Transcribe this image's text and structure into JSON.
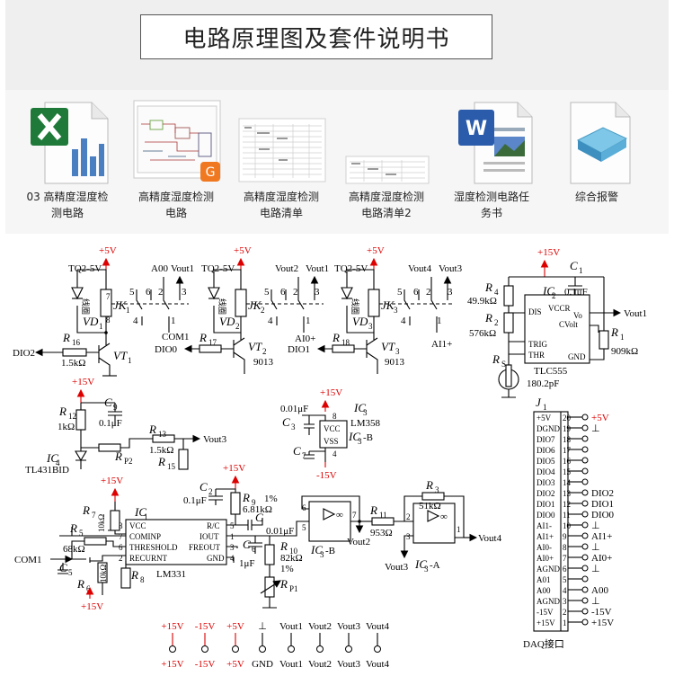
{
  "title": "电路原理图及套件说明书",
  "files": [
    {
      "label_lines": [
        "03 高精度湿度检",
        "测电路"
      ],
      "icon": "excel-icon"
    },
    {
      "label_lines": [
        "高精度湿度检测",
        "电路"
      ],
      "icon": "schematic-thumbnail-icon"
    },
    {
      "label_lines": [
        "高精度湿度检测",
        "电路清单"
      ],
      "icon": "parts-list-thumbnail-icon"
    },
    {
      "label_lines": [
        "高精度湿度检测",
        "电路清单2"
      ],
      "icon": "parts-list-thumbnail-icon"
    },
    {
      "label_lines": [
        "湿度检测电路任",
        "务书"
      ],
      "icon": "word-icon"
    },
    {
      "label_lines": [
        "综合报警"
      ],
      "icon": "notepad-icon"
    }
  ],
  "schematic": {
    "supplies": {
      "p5": "+5V",
      "p15": "+15V",
      "m15": "-15V",
      "gnd": "GND"
    },
    "relays": [
      {
        "relay": "TQ2-5V",
        "jk": "JK",
        "jk_sub": "1",
        "vd": "VD",
        "vd_sub": "1",
        "vt": "VT",
        "vt_sub": "1",
        "r": "R",
        "r_sub": "16",
        "r_val": "1.5kΩ",
        "in": "DIO2",
        "pin_top_left": "A00",
        "pin_top_right": "Vout1",
        "pin_bot": "COM1"
      },
      {
        "relay": "TQ2-5V",
        "jk": "JK",
        "jk_sub": "2",
        "vd": "VD",
        "vd_sub": "2",
        "vt": "VT",
        "vt_sub": "2",
        "r": "R",
        "r_sub": "17",
        "r_val": "",
        "in": "DIO0",
        "transistor": "9013",
        "pin_top_left": "Vout2",
        "pin_top_right": "Vout1",
        "pin_bot": "AI0+"
      },
      {
        "relay": "TQ2-5V",
        "jk": "JK",
        "jk_sub": "3",
        "vd": "VD",
        "vd_sub": "3",
        "vt": "VT",
        "vt_sub": "3",
        "r": "R",
        "r_sub": "18",
        "r_val": "",
        "in": "DIO1",
        "transistor": "9013",
        "pin_top_left": "Vout4",
        "pin_top_right": "Vout3",
        "pin_bot": "AI1+"
      }
    ],
    "coil_label": "线圈",
    "pin_numbers": {
      "p7": "7",
      "p5": "5",
      "p6": "6",
      "p2": "2",
      "p3": "3",
      "p4": "4",
      "p1": "1",
      "p8": "8",
      "p9": "9",
      "p10": "10"
    },
    "timer": {
      "ic": "IC",
      "ic_sub": "2",
      "name": "TLC555",
      "r4": "R",
      "r4_sub": "4",
      "r4_val": "49.9kΩ",
      "r2": "R",
      "r2_sub": "2",
      "r2_val": "576kΩ",
      "r1": "R",
      "r1_sub": "1",
      "r1_val": "909kΩ",
      "rs": "R",
      "rs_sub": "S",
      "rs_val": "180.2pF",
      "c1": "C",
      "c1_sub": "1",
      "c1_val": "0.1μF",
      "pins": [
        "DIS",
        "VCCR",
        "Vo",
        "CVolt",
        "TRIG",
        "THR",
        "GND"
      ],
      "out": "Vout1"
    },
    "reference": {
      "ic": "IC",
      "ic_sub": "4",
      "name": "TL431BID",
      "r12": "R",
      "r12_sub": "12",
      "r12_val": "1kΩ",
      "c9": "C",
      "c9_sub": "9",
      "c9_val": "0.1μF",
      "rp2": "R",
      "rp2_sub": "P2",
      "r13": "R",
      "r13_sub": "13",
      "r13_val": "1.5kΩ",
      "r15": "R",
      "r15_sub": "15",
      "out": "Vout3"
    },
    "opamp_supply": {
      "ic": "IC",
      "ic_sub": "3",
      "name": "LM358",
      "part": "IC",
      "part_sub": "3",
      "part_suffix": "-B",
      "c3": "C",
      "c3_sub": "3",
      "c3_val": "0.01μF",
      "c7": "C",
      "c7_sub": "7",
      "vcc": "VCC",
      "vss": "VSS"
    },
    "vfc": {
      "ic": "IC",
      "ic_sub": "1",
      "name": "LM331",
      "pins_left": [
        "VCC",
        "COMINP",
        "THRESHOLD",
        "RECURNT"
      ],
      "pins_right": [
        "R/C",
        "IOUT",
        "FREOUT",
        "GND"
      ],
      "r5": "R",
      "r5_sub": "5",
      "r5_val": "68kΩ",
      "r7": "R",
      "r7_sub": "7",
      "r7_val": "10kΩ",
      "r6": "R",
      "r6_sub": "6",
      "r6_val": "10kΩ",
      "r8": "R",
      "r8_sub": "8",
      "c5": "C",
      "c5_sub": "5",
      "c2": "C",
      "c2_sub": "2",
      "c2_val": "0.1μF",
      "r9": "R",
      "r9_sub": "9",
      "r9_val": "6.81kΩ",
      "r9_tol": "1%",
      "c": "C",
      "c_val": "0.01μF",
      "c6": "C",
      "c6_sub": "6",
      "c6_val": "1μF",
      "r10": "R",
      "r10_sub": "10",
      "r10_val": "82kΩ",
      "r10_tol": "1%",
      "rp1": "R",
      "rp1_sub": "P1",
      "com": "COM1"
    },
    "amps": {
      "u1": "IC",
      "u1_sub": "3",
      "u1_suffix": "-B",
      "u2": "IC",
      "u2_sub": "3",
      "u2_suffix": "-A",
      "r11": "R",
      "r11_sub": "11",
      "r11_val": "953Ω",
      "r3": "R",
      "r3_sub": "3",
      "r3_val": "51kΩ",
      "vout2": "Vout2",
      "vout3": "Vout3",
      "vout4": "Vout4"
    },
    "daq": {
      "name": "J",
      "name_sub": "1",
      "caption": "DAQ接口",
      "pins": [
        {
          "n": "20",
          "label": "+5V",
          "net": "+5V",
          "net_red": true
        },
        {
          "n": "19",
          "label": "DGND",
          "net": "⊥"
        },
        {
          "n": "18",
          "label": "DIO7",
          "net": ""
        },
        {
          "n": "17",
          "label": "DIO6",
          "net": ""
        },
        {
          "n": "16",
          "label": "DIO5",
          "net": ""
        },
        {
          "n": "15",
          "label": "DIO4",
          "net": ""
        },
        {
          "n": "14",
          "label": "DIO3",
          "net": ""
        },
        {
          "n": "13",
          "label": "DIO2",
          "net": "DIO2"
        },
        {
          "n": "12",
          "label": "DIO1",
          "net": "DIO1"
        },
        {
          "n": "11",
          "label": "DIO0",
          "net": "DIO0"
        },
        {
          "n": "10",
          "label": "AI1-",
          "net": "⊥"
        },
        {
          "n": "9",
          "label": "AI1+",
          "net": "AI1+"
        },
        {
          "n": "8",
          "label": "AI0-",
          "net": "⊥"
        },
        {
          "n": "7",
          "label": "AI0+",
          "net": "AI0+"
        },
        {
          "n": "6",
          "label": "AGND",
          "net": "⊥"
        },
        {
          "n": "5",
          "label": "A01",
          "net": ""
        },
        {
          "n": "4",
          "label": "A00",
          "net": "A00"
        },
        {
          "n": "3",
          "label": "AGND",
          "net": "⊥"
        },
        {
          "n": "2",
          "label": "-15V",
          "net": "-15V"
        },
        {
          "n": "1",
          "label": "+15V",
          "net": "+15V"
        }
      ]
    },
    "terminals": [
      {
        "top": "+15V",
        "bottom": "+15V",
        "red": true
      },
      {
        "top": "-15V",
        "bottom": "-15V",
        "red": true
      },
      {
        "top": "+5V",
        "bottom": "+5V",
        "red": true
      },
      {
        "top": "⊥",
        "bottom": "GND",
        "red": false
      },
      {
        "top": "Vout1",
        "bottom": "Vout1",
        "red": false
      },
      {
        "top": "Vout2",
        "bottom": "Vout2",
        "red": false
      },
      {
        "top": "Vout3",
        "bottom": "Vout3",
        "red": false
      },
      {
        "top": "Vout4",
        "bottom": "Vout4",
        "red": false
      }
    ],
    "misc": {
      "tr1": "9013",
      "tr2": "9013",
      "ic3b_label": "IC",
      "ic3b_sub": "3",
      "ic3b_suffix": ".B"
    }
  }
}
